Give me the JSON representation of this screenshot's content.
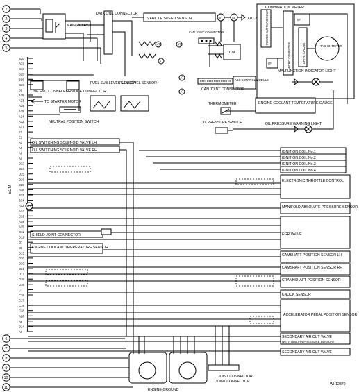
{
  "diagram_id": "WI-12870",
  "ecm_label": "ECM",
  "circles": [
    "1",
    "2",
    "3",
    "4",
    "5",
    "6",
    "7",
    "8",
    "9",
    "10",
    "11"
  ],
  "labels": {
    "data_link": "DATA LINK CONNECTOR",
    "main_relay": "MAIN RELAY 2",
    "vss": "VEHICLE SPEED SENSOR",
    "mt1": "MT",
    "at1": "AT",
    "totcm": "TOTCM",
    "can_joint_top": "CAN JOINT CONNECTOR",
    "tcm": "TCM",
    "combo_meter": "COMBINATION METER",
    "if1": "I/F",
    "if2": "I/F",
    "power_supply": "POWER SUPPLY CIRCUIT",
    "micro": "MICRO COMPUTER",
    "drive_circuit": "DRIVE CIRCUIT",
    "tacho": "TACHO- METER",
    "malf": "MALFUNCTION INDICATOR LIGHT",
    "line_end": "LINE END CONNECTOR",
    "test_mode": "TEST MODE CONNECTOR",
    "fuel_sub": "FUEL SUB LEVEL SENSOR",
    "fuel_level": "FUEL LEVEL SENSOR",
    "abs": "ABS CONTROL MODULE",
    "can_joint_mid": "CAN JOINT CONNECTOR",
    "to_starter": "TO STARTER MOTOR",
    "thermometer": "THERMOMETER",
    "ect_gauge": "ENGINE COOLANT TEMPERATURE GAUGE",
    "neutral": "NEUTRAL POSITION SWITCH",
    "oil_sw": "OIL PRESSURE SWITCH",
    "oil_light": "OIL PRESSURE WARNING LIGHT",
    "oil_lh": "OIL SWITCHING SOLENOID VALVE LH",
    "oil_rh": "OIL SWITCHING SOLENOID VALVE RH",
    "ign1": "IGNITION COIL No.1",
    "ign2": "IGNITION COIL No.2",
    "ign3": "IGNITION COIL No.3",
    "ign4": "IGNITION COIL No.4",
    "etc": "ELECTRONIC THROTTLE CONTROL",
    "map": "MANIFOLD ABSOLUTE PRESSURE SENSOR",
    "shield": "SHIELD JOINT CONNECTOR",
    "egr": "EGR VALVE",
    "ect_sensor": "ENGINE COOLANT TEMPERATURE SENSOR",
    "cam_lh": "CAMSHAFT POSITION SENSOR LH",
    "cam_rh": "CAMSHAFT POSITION SENSOR RH",
    "crank": "CRANKSHAFT POSITION SENSOR",
    "knock": "KNOCK SENSOR",
    "app": "ACCELERATOR PEDAL POSITION SENSOR",
    "sec_air1": "SECONDARY AIR CUT VALVE",
    "sec_air1_sub": "(WITH BUILT-IN PRESSURE SENSOR)",
    "sec_air2": "SECONDARY AIR CUT VALVE",
    "engine_ground": "ENGINE GROUND",
    "joint_conn": "JOINT CONNECTOR"
  },
  "pins": [
    "B30",
    "B22",
    "C10",
    "B25",
    "B16",
    "C19",
    "B9",
    "A25",
    "A23",
    "A34",
    "A35",
    "A24",
    "A33",
    "A27",
    "E1",
    "E1",
    "A3",
    "A5",
    "A6",
    "A4",
    "D22",
    "D24",
    "D25",
    "D16",
    "B29",
    "B28",
    "B33",
    "B34",
    "A12",
    "A13",
    "C32",
    "A14",
    "A15",
    "D11",
    "D12",
    "D7",
    "D8",
    "D13",
    "D20",
    "D29",
    "D21",
    "D17",
    "D18",
    "D16",
    "C7",
    "C28",
    "C17",
    "C18",
    "C28",
    "A26",
    "A8",
    "D14",
    "A7"
  ]
}
